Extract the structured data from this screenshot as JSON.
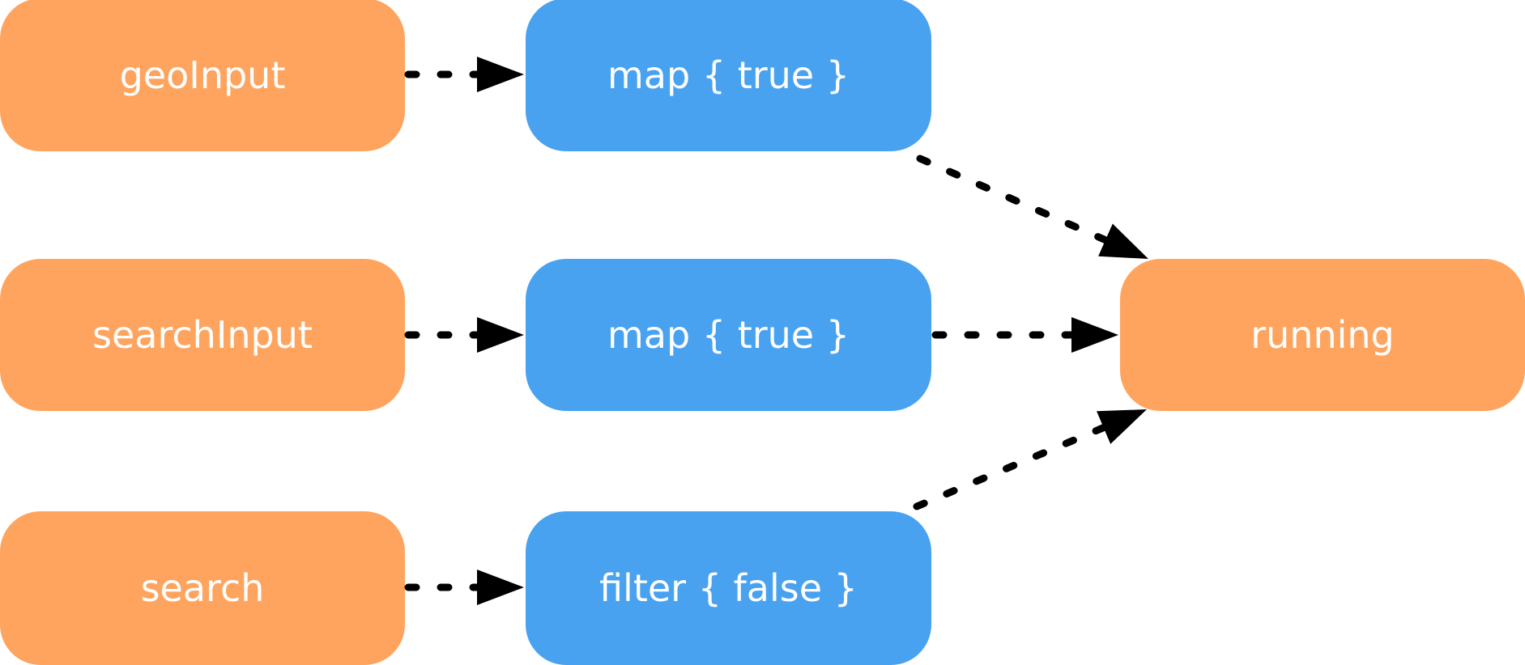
{
  "nodes": {
    "geo_input": "geoInput",
    "search_input": "searchInput",
    "search": "search",
    "map_geo": "map { true }",
    "map_search": "map { true }",
    "filter_search": "filter { false }",
    "running": "running"
  },
  "colors": {
    "source_node": "#FFA45E",
    "operator_node": "#48A2F0",
    "arrow": "#000000"
  }
}
